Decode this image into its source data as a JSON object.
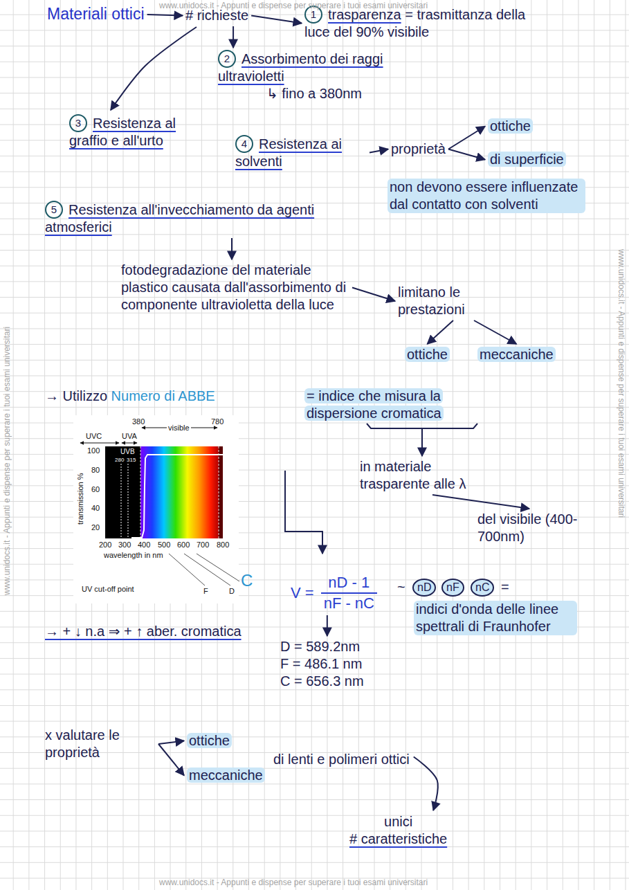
{
  "diagram": {
    "nodes": [
      {
        "text": [
          "Materiali ottici"
        ]
      },
      {
        "text": [
          "# richieste"
        ]
      },
      {
        "text": [
          "1",
          "trasparenza",
          "= trasmittanza della luce del 90% visibile"
        ]
      },
      {
        "text": [
          "2",
          "Assorbimento dei raggi ultravioletti",
          "↳ fino a 380nm"
        ]
      },
      {
        "text": [
          "3",
          "Resistenza al graffio e all'urto"
        ]
      },
      {
        "text": [
          "4",
          "Resistenza ai solventi"
        ]
      },
      {
        "text": [
          "proprietà"
        ]
      },
      {
        "text": [
          "ottiche"
        ]
      },
      {
        "text": [
          "di superficie"
        ]
      },
      {
        "text": [
          "5",
          "Resistenza all'invecchiamento da agenti atmosferici"
        ]
      },
      {
        "text": [
          "fotodegradazione del materiale plastico causata dall'assorbimento di componente ultravioletta della luce"
        ]
      },
      {
        "text": [
          "limitano le prestazioni"
        ]
      },
      {
        "text": [
          "ottiche"
        ]
      },
      {
        "text": [
          "meccaniche"
        ]
      },
      {
        "text": [
          "→ Utilizzo",
          "Numero di ABBE"
        ]
      },
      {
        "text": [
          "= indice che misura la dispersione cromatica"
        ]
      },
      {
        "text": [
          "in materiale trasparente alle λ"
        ]
      },
      {
        "text": [
          "del visibile (400-700nm)"
        ]
      },
      {
        "text": [
          "V =",
          "nD - 1",
          "nF - nC"
        ]
      },
      {
        "text": [
          "D = 589.2nm",
          "F = 486.1 nm",
          "C = 656.3 nm"
        ]
      },
      {
        "text": [
          "x valutare le proprietà"
        ]
      },
      {
        "text": [
          "ottiche"
        ]
      },
      {
        "text": [
          "meccaniche"
        ]
      },
      {
        "text": [
          "di lenti e polimeri ottici"
        ]
      },
      {
        "text": [
          "unici",
          "# caratteristiche"
        ]
      }
    ],
    "edges": [
      {
        "from": 0,
        "to": 1,
        "arrow": "to"
      },
      {
        "from": 1,
        "to": 2,
        "arrow": "to"
      },
      {
        "from": 1,
        "to": 3,
        "arrow": "to"
      },
      {
        "from": 1,
        "to": 4,
        "arrow": "to"
      },
      {
        "from": 5,
        "to": 6,
        "arrow": "to"
      },
      {
        "from": 6,
        "to": 7,
        "arrow": "to"
      },
      {
        "from": 6,
        "to": 8,
        "arrow": "to"
      },
      {
        "from": 9,
        "to": 10,
        "arrow": "to"
      },
      {
        "from": 10,
        "to": 11,
        "arrow": "to"
      },
      {
        "from": 11,
        "to": 12,
        "arrow": "to"
      },
      {
        "from": 11,
        "to": 13,
        "arrow": "to"
      },
      {
        "from": 15,
        "to": 16,
        "arrow": "to"
      },
      {
        "from": 16,
        "to": 17,
        "arrow": "to"
      },
      {
        "from": 18,
        "to": 19,
        "arrow": "to"
      },
      {
        "from": 20,
        "to": 21,
        "arrow": "to"
      },
      {
        "from": 20,
        "to": 22,
        "arrow": "to"
      },
      {
        "from": 23,
        "to": 24,
        "arrow": "to"
      }
    ],
    "labels": [
      "non devono essere influenzate dal contatto con solventi",
      "UVC",
      "UVA",
      "UVB",
      "280",
      "315",
      "380",
      "visible",
      "780",
      "100",
      "80",
      "60",
      "40",
      "20",
      "transmission %",
      "200",
      "300",
      "400",
      "500",
      "600",
      "700",
      "800",
      "wavelength in nm",
      "UV cut-off point",
      "F",
      "D",
      "C",
      "~",
      "nD",
      "nF",
      "nC",
      "=",
      "indici d'onda delle linee spettrali di Fraunhofer",
      "→ + ↓ n.a ⇒ + ↑ aber. cromatica",
      "www.unidocs.it - Appunti e dispense per superare i tuoi esami universitari",
      "www.unidocs.it - Appunti e dispense per superare i tuoi esami universitari",
      "www.unidocs.it - Appunti e dispense per superare i tuoi esami universitari",
      "www.unidocs.it - Appunti e dispense per superare i tuoi esami universitari"
    ]
  }
}
